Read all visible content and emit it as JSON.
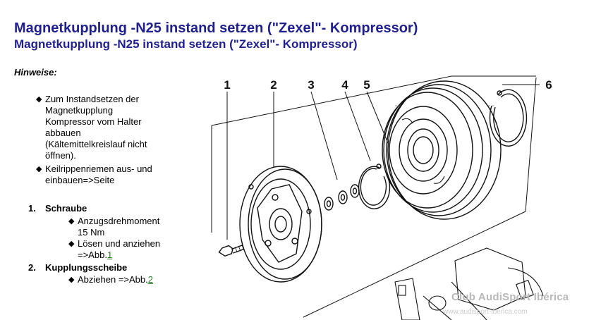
{
  "title_main": "Magnetkupplung -N25 instand setzen (\"Zexel\"- Kompressor)",
  "title_sub": "Magnetkupplung -N25 instand setzen (\"Zexel\"- Kompressor)",
  "notes_heading": "Hinweise:",
  "notes": [
    {
      "lines": [
        "Zum Instandsetzen der",
        "Magnetkupplung",
        "Kompressor vom Halter",
        "abbauen",
        "(Kältemittelkreislauf nicht",
        "öffnen)."
      ]
    },
    {
      "lines": [
        "Keilrippenriemen aus- und",
        "einbauen=>Seite"
      ]
    }
  ],
  "items": [
    {
      "number": "1.",
      "label": "Schraube",
      "bullets": [
        {
          "lines": [
            "Anzugsdrehmoment",
            "15 Nm"
          ]
        },
        {
          "lines": [
            "Lösen und anziehen",
            "=>Abb."
          ],
          "link": "1"
        }
      ]
    },
    {
      "number": "2.",
      "label": "Kupplungsscheibe",
      "bullets": [
        {
          "lines": [
            "Abziehen =>Abb."
          ],
          "link": "2"
        }
      ]
    }
  ],
  "callouts": [
    "1",
    "2",
    "3",
    "4",
    "5",
    "6"
  ],
  "watermark": {
    "text": "Club AudiSport Ibérica",
    "url": "www.audisport-iberica.com"
  },
  "colors": {
    "title": "#1f1f8f",
    "link": "#2a7a2a",
    "text": "#000000"
  }
}
